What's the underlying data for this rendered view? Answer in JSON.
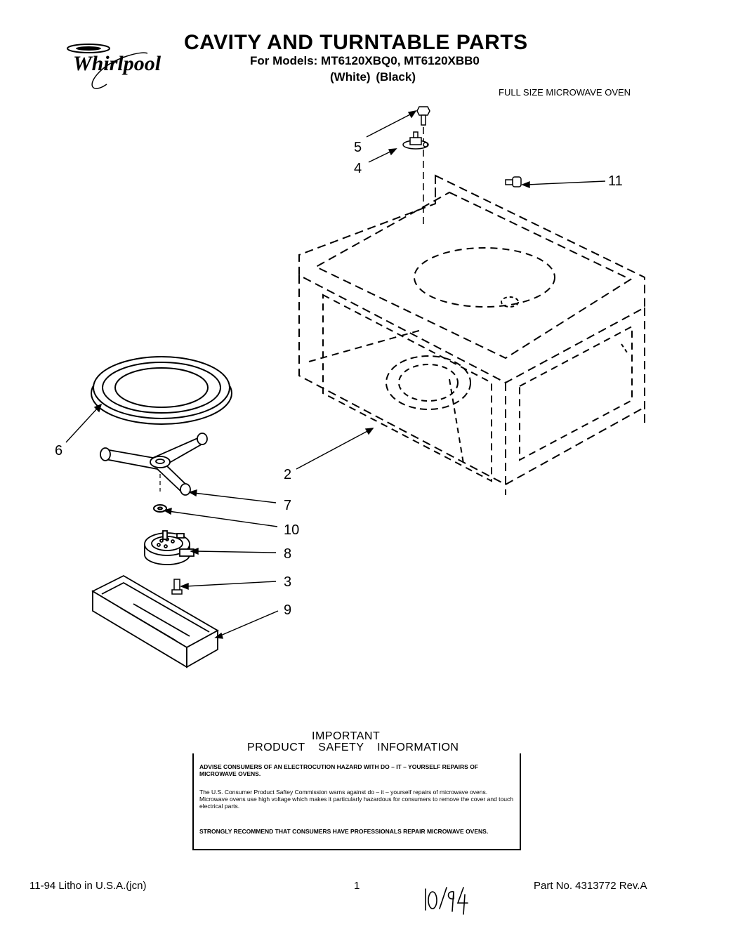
{
  "brand": {
    "name": "Whirlpool"
  },
  "header": {
    "title": "CAVITY AND TURNTABLE PARTS",
    "models": "For Models: MT6120XBQ0, MT6120XBB0",
    "colors": "(White)   (Black)",
    "category": "FULL SIZE MICROWAVE OVEN"
  },
  "callouts": [
    {
      "id": "5",
      "label": "5"
    },
    {
      "id": "4",
      "label": "4"
    },
    {
      "id": "11",
      "label": "11"
    },
    {
      "id": "6",
      "label": "6"
    },
    {
      "id": "2",
      "label": "2"
    },
    {
      "id": "7",
      "label": "7"
    },
    {
      "id": "10",
      "label": "10"
    },
    {
      "id": "8",
      "label": "8"
    },
    {
      "id": "3",
      "label": "3"
    },
    {
      "id": "9",
      "label": "9"
    }
  ],
  "safety": {
    "heading": "IMPORTANT",
    "subheading": "PRODUCT SAFETY INFORMATION",
    "para1": "ADVISE CONSUMERS OF AN ELECTROCUTION HAZARD WITH DO – IT – YOURSELF REPAIRS OF MICROWAVE OVENS.",
    "para2": "The U.S. Consumer Product Saftey Commission warns against do – it – yourself repairs of microwave ovens. Microwave ovens use high voltage which makes it particularly hazardous for consumers to remove the cover and touch electrical parts.",
    "para3": "STRONGLY RECOMMEND THAT CONSUMERS HAVE PROFESSIONALS REPAIR MICROWAVE OVENS."
  },
  "footer": {
    "print_info": "11-94 Litho in U.S.A.(jcn)",
    "page": "1",
    "handwritten_note": "10/94",
    "part_number": "Part No. 4313772 Rev.A"
  }
}
